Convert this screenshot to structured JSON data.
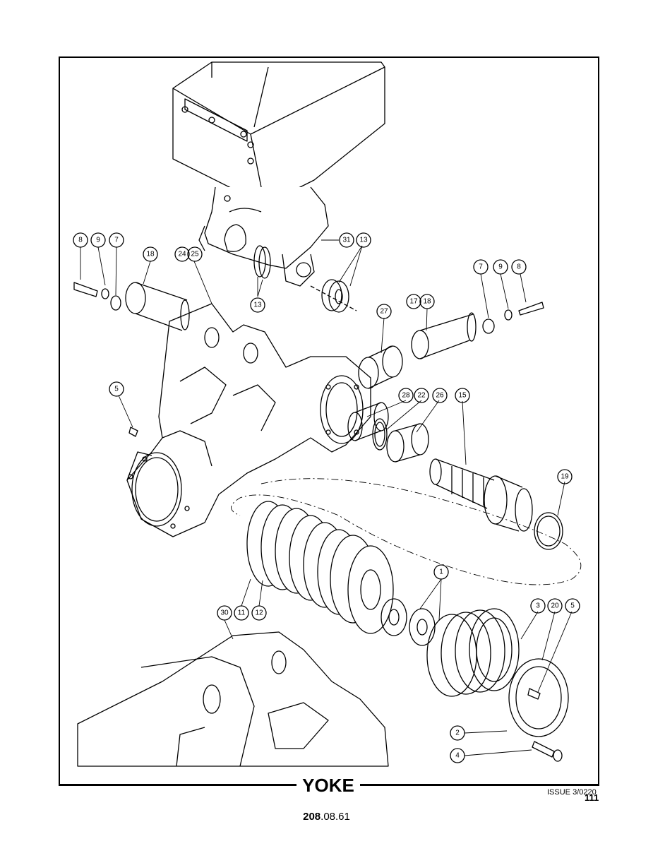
{
  "title": "YOKE",
  "issue": "ISSUE 3/0220",
  "page_number": "111",
  "document_number": {
    "bold": "208",
    "rest": ".08.61"
  },
  "callouts": [
    "8",
    "9",
    "7",
    "18",
    "24",
    "25",
    "31",
    "13",
    "13",
    "7",
    "9",
    "8",
    "17",
    "18",
    "27",
    "5",
    "28",
    "22",
    "26",
    "15",
    "19",
    "1",
    "30",
    "11",
    "12",
    "3",
    "20",
    "5",
    "2",
    "4"
  ]
}
